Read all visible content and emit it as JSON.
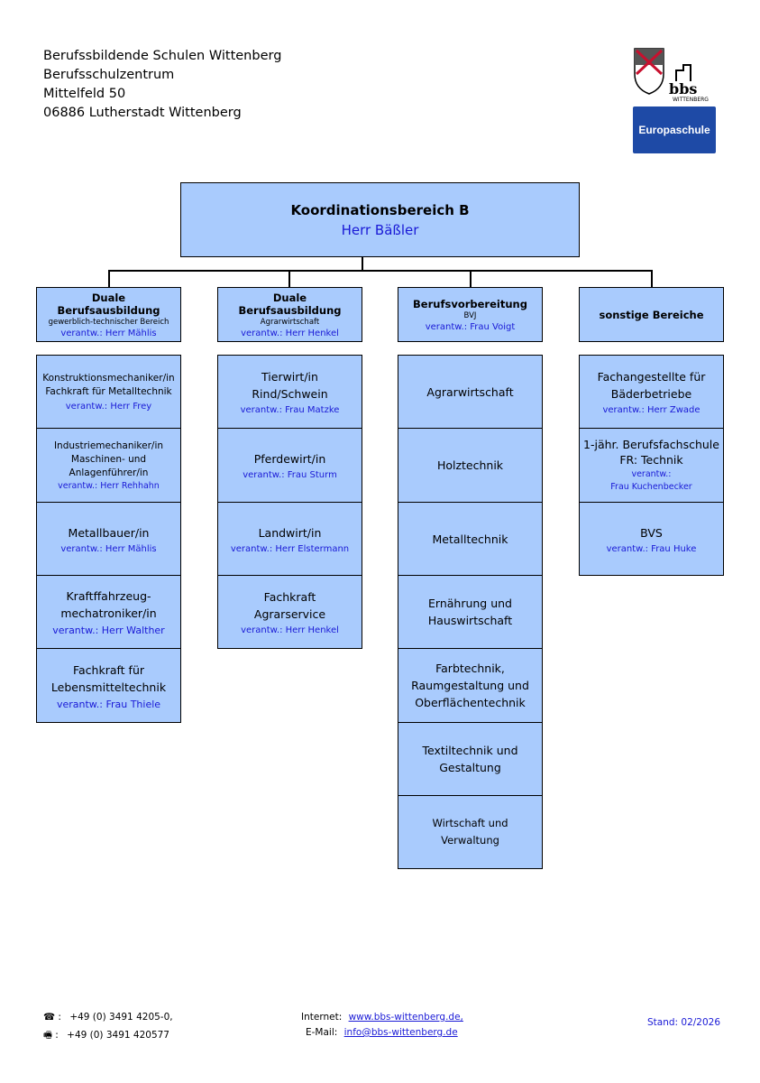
{
  "address": {
    "lines": [
      "Berufssbildende Schulen Wittenberg",
      "Berufsschulzentrum",
      "Mittelfeld 50",
      "06886 Lutherstadt Wittenberg"
    ]
  },
  "logos": {
    "bbs_icon": "bbs-wittenberg-logo",
    "europaschule": "Europaschule"
  },
  "top": {
    "title": "Koordinationsbereich B",
    "responsible": "Herr Bäßler"
  },
  "columns": [
    {
      "header": {
        "title": "Duale Berufsausbildung",
        "subtitle": "gewerblich-technischer Bereich",
        "responsible": "verantw.: Herr Mählis"
      },
      "items": [
        {
          "title": "Konstruktionsmechaniker/in\nFachkraft für Metalltechnik",
          "responsible": "verantw.: Herr Frey"
        },
        {
          "title": "Industriemechaniker/in\nMaschinen- und\nAnlagenführer/in",
          "responsible": "verantw.: Herr Rehhahn"
        },
        {
          "title": "Metallbauer/in",
          "responsible": "verantw.: Herr Mählis"
        },
        {
          "title": "Kraftffahrzeug-\nmechatroniker/in",
          "responsible": "verantw.: Herr Walther"
        },
        {
          "title": "Fachkraft für\nLebensmitteltechnik",
          "responsible": "verantw.: Frau Thiele"
        }
      ]
    },
    {
      "header": {
        "title": "Duale Berufsausbildung",
        "subtitle": "Agrarwirtschaft",
        "responsible": "verantw.: Herr Henkel"
      },
      "items": [
        {
          "title": "Tierwirt/in\nRind/Schwein",
          "responsible": "verantw.: Frau Matzke"
        },
        {
          "title": "Pferdewirt/in",
          "responsible": "verantw.: Frau Sturm"
        },
        {
          "title": "Landwirt/in",
          "responsible": "verantw.: Herr Elstermann"
        },
        {
          "title": "Fachkraft\nAgrarservice",
          "responsible": "verantw.: Herr Henkel"
        }
      ]
    },
    {
      "header": {
        "title": "Berufsvorbereitung",
        "subtitle": "BVJ",
        "responsible": "verantw.: Frau Voigt"
      },
      "items": [
        {
          "title": "Agrarwirtschaft",
          "responsible": ""
        },
        {
          "title": "Holztechnik",
          "responsible": ""
        },
        {
          "title": "Metalltechnik",
          "responsible": ""
        },
        {
          "title": "Ernährung und\nHauswirtschaft",
          "responsible": ""
        },
        {
          "title": "Farbtechnik,\nRaumgestaltung und\nOberflächentechnik",
          "responsible": ""
        },
        {
          "title": "Textiltechnik und\nGestaltung",
          "responsible": ""
        },
        {
          "title": "Wirtschaft und\nVerwaltung",
          "responsible": ""
        }
      ]
    },
    {
      "header": {
        "title": "sonstige Bereiche",
        "subtitle": "",
        "responsible": ""
      },
      "items": [
        {
          "title": "Fachangestellte für\nBäderbetriebe",
          "responsible": "verantw.: Herr Zwade"
        },
        {
          "title": "1-jähr. Berufsfachschule\nFR: Technik",
          "responsible": "verantw.:\nFrau Kuchenbecker"
        },
        {
          "title": "BVS",
          "responsible": "verantw.: Frau Huke"
        }
      ]
    }
  ],
  "footer": {
    "phone_icon": "phone-icon",
    "fax_icon": "fax-icon",
    "phone": "+49 (0) 3491 4205-0,",
    "fax": "+49 (0) 3491 420577",
    "internet_label": "Internet:",
    "internet_url": "www.bbs-wittenberg.de,",
    "email_label": "E-Mail:",
    "email": "info@bbs-wittenberg.de",
    "stand": "Stand: 02/2026"
  },
  "colors": {
    "box_fill": "#a9cbfd",
    "responsible_text": "#1a1ad6"
  }
}
